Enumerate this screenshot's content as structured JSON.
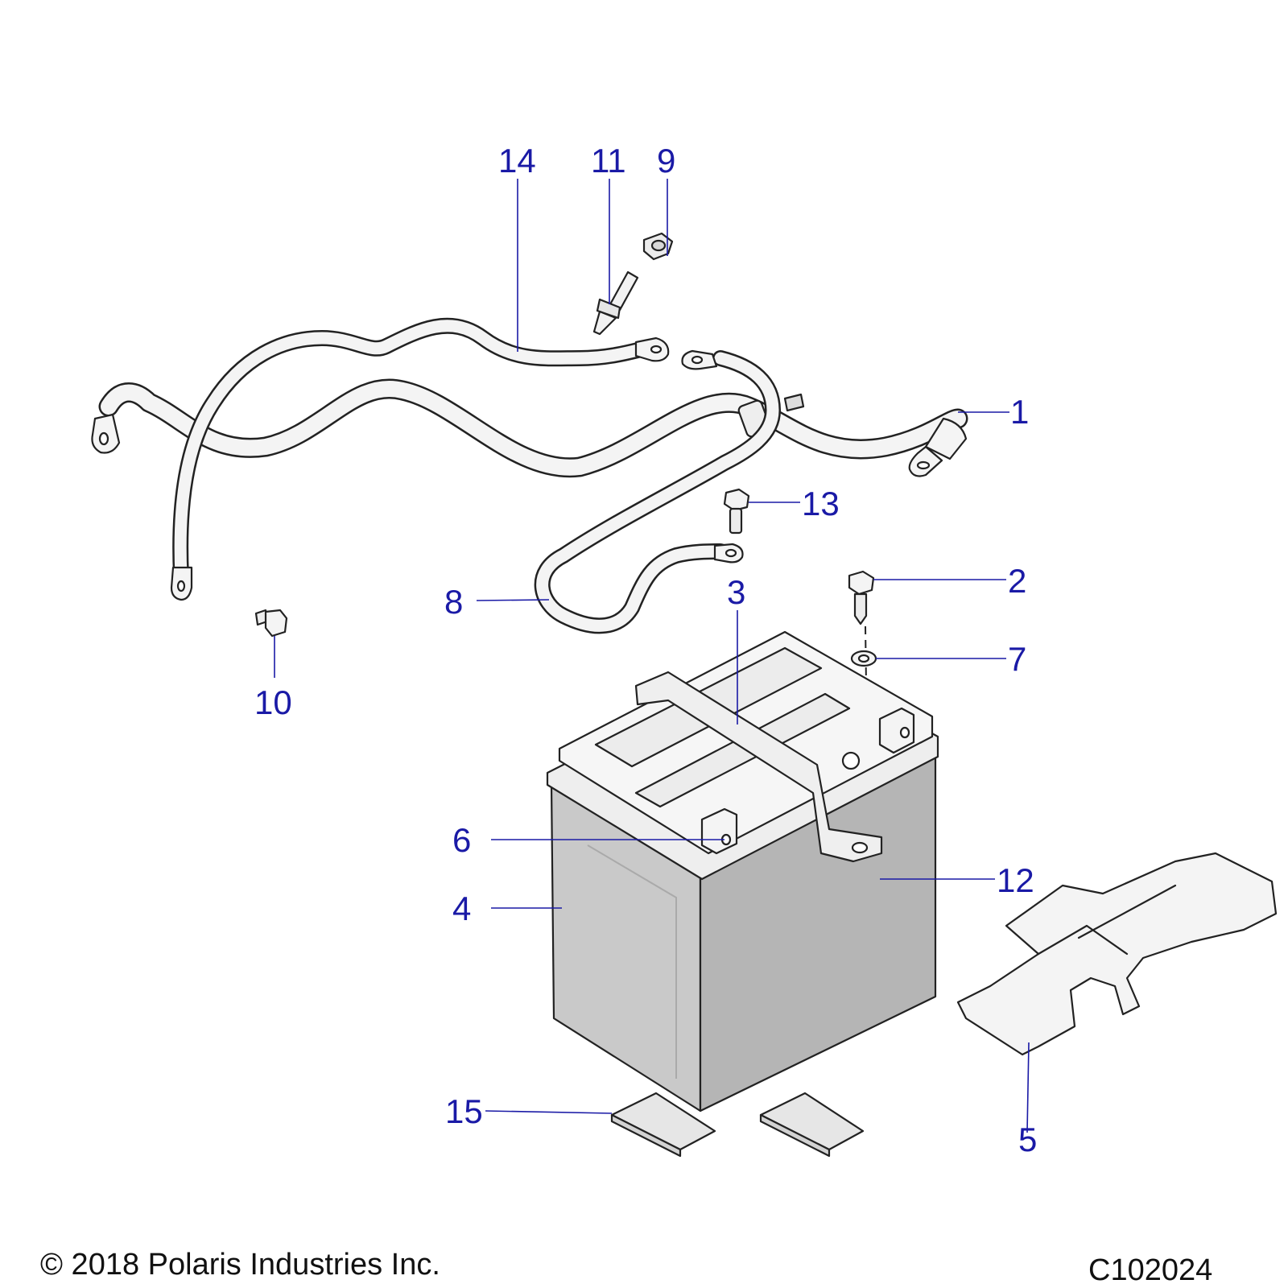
{
  "callouts": {
    "c1": "1",
    "c2": "2",
    "c3": "3",
    "c4": "4",
    "c5": "5",
    "c6": "6",
    "c7": "7",
    "c8": "8",
    "c9": "9",
    "c10": "10",
    "c11": "11",
    "c12": "12",
    "c13": "13",
    "c14": "14",
    "c15": "15"
  },
  "footer": {
    "copyright": "© 2018 Polaris Industries Inc.",
    "figure_id": "C102024"
  },
  "colors": {
    "callout": "#1a1aa6",
    "outline": "#222222",
    "battery_body": "#c9c9c9",
    "battery_side": "#b5b5b5",
    "part_fill": "#f4f4f4"
  }
}
